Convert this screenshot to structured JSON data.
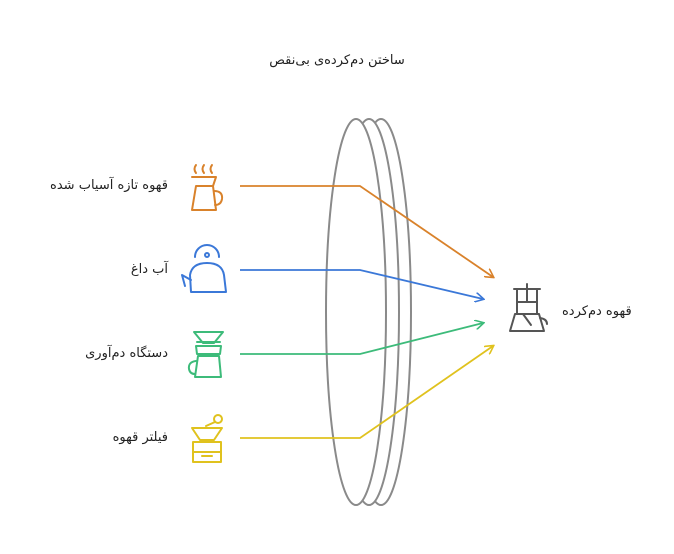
{
  "diagram": {
    "title": "ساختن دم‌کرده‌ی بی‌نقص",
    "inputs": [
      {
        "label": "قهوه تازه آسیاب شده",
        "icon": "coffee-pot-steam-icon",
        "color": "#d9822b"
      },
      {
        "label": "آب داغ",
        "icon": "kettle-icon",
        "color": "#3b78d8"
      },
      {
        "label": "دستگاه دم‌آوری",
        "icon": "pour-over-dripper-icon",
        "color": "#3dbb7a"
      },
      {
        "label": "فیلتر قهوه",
        "icon": "coffee-grinder-icon",
        "color": "#e0c21e"
      }
    ],
    "output": {
      "label": "قهوه دم‌کرده",
      "icon": "french-press-icon",
      "color": "#555555"
    },
    "lens_color": "#8a8a8a"
  }
}
